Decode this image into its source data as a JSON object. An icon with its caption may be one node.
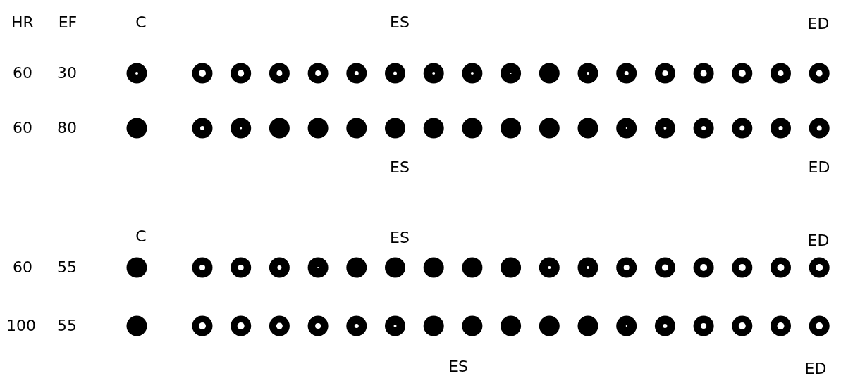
{
  "diagram": {
    "labels": [
      "HR",
      "EF",
      "C",
      "ES",
      "ED",
      "60",
      "30",
      "60",
      "80",
      "ES",
      "ED",
      "C",
      "ES",
      "ED",
      "60",
      "55",
      "100",
      "55",
      "ES",
      "ED"
    ]
  }
}
